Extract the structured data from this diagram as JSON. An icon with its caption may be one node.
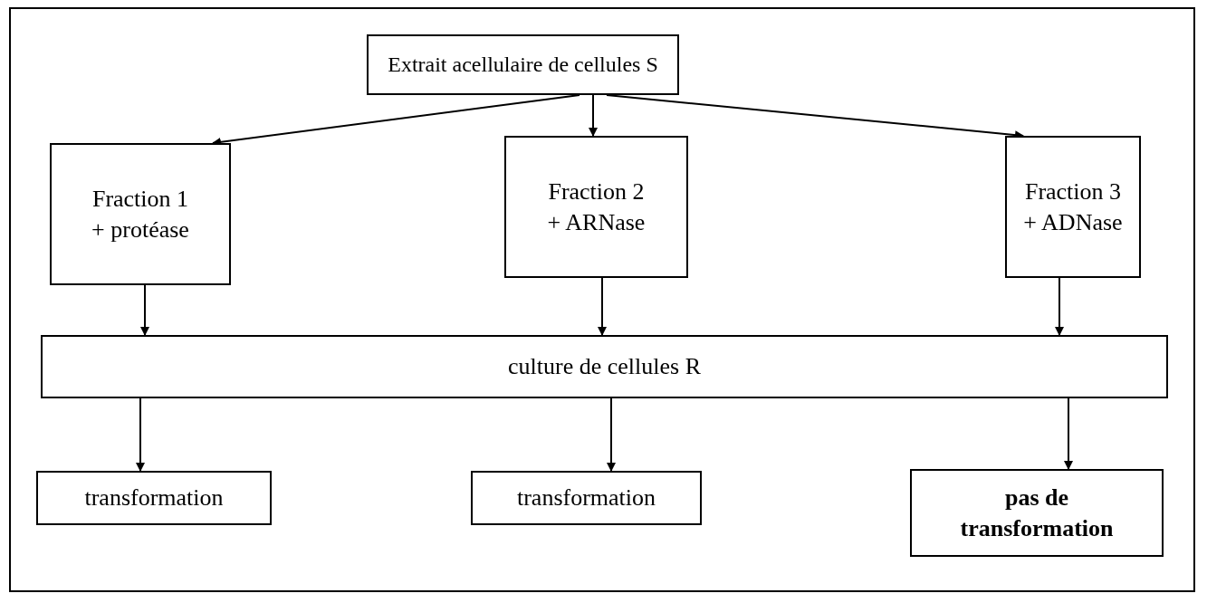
{
  "diagram": {
    "nodes": [
      {
        "text": [
          "Extrait acellulaire de cellules S"
        ]
      },
      {
        "text": [
          "Fraction 1 + protéase"
        ]
      },
      {
        "text": [
          "Fraction 2 + ARNase"
        ]
      },
      {
        "text": [
          "Fraction 3 + ADNase"
        ]
      },
      {
        "text": [
          "culture de cellules R"
        ]
      },
      {
        "text": [
          "transformation"
        ]
      },
      {
        "text": [
          "transformation"
        ]
      },
      {
        "text": [
          "pas de transformation"
        ]
      }
    ],
    "edges": [
      {
        "from": 0,
        "to": 1,
        "arrow": "to"
      },
      {
        "from": 0,
        "to": 2,
        "arrow": "to"
      },
      {
        "from": 0,
        "to": 3,
        "arrow": "to"
      },
      {
        "from": 1,
        "to": 4,
        "arrow": "to"
      },
      {
        "from": 2,
        "to": 4,
        "arrow": "to"
      },
      {
        "from": 3,
        "to": 4,
        "arrow": "to"
      },
      {
        "from": 4,
        "to": 5,
        "arrow": "to"
      },
      {
        "from": 4,
        "to": 6,
        "arrow": "to"
      },
      {
        "from": 4,
        "to": 7,
        "arrow": "to"
      }
    ]
  }
}
